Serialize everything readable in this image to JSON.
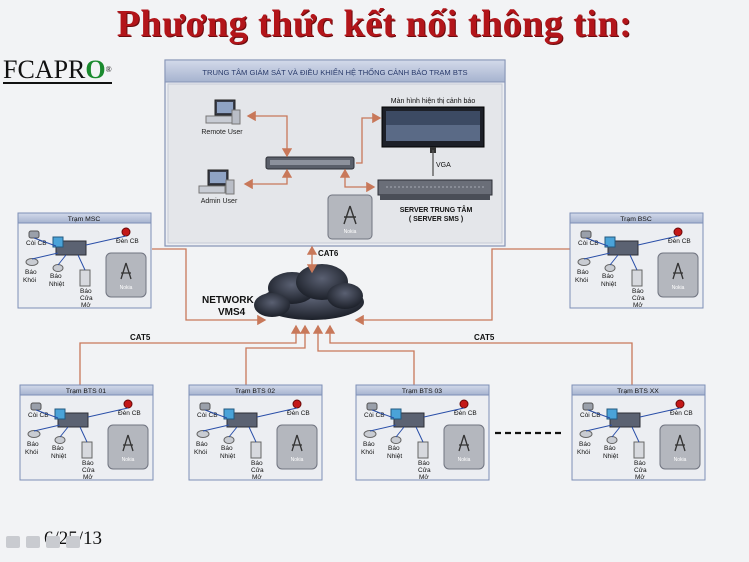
{
  "title": "Phương thức kết nối thông tin:",
  "logo": {
    "text": "FCAPRO",
    "prefix": "FCAPR",
    "o": "O"
  },
  "date": "6/25/13",
  "center": {
    "title": "TRUNG TÂM GIÁM SÁT VÀ ĐIỀU KHIỂN HỆ THỐNG CẢNH BÁO TRẠM BTS",
    "remote_user": "Remote User",
    "admin_user": "Admin User",
    "monitor_label": "Màn hình hiện thị cảnh báo",
    "vga": "VGA",
    "server_line1": "SERVER TRUNG TÂM",
    "server_line2": "( SERVER SMS )"
  },
  "network": {
    "line1": "NETWORK",
    "line2": "VMS4"
  },
  "links": {
    "cat6": "CAT6",
    "cat5_left": "CAT5",
    "cat5_right": "CAT5"
  },
  "device_labels": {
    "coi": "Còi CB",
    "den": "Đèn CB",
    "khoi_1": "Báo",
    "khoi_2": "Khói",
    "nhiet_1": "Báo",
    "nhiet_2": "Nhiệt",
    "cua_1": "Báo",
    "cua_2": "Cửa",
    "cua_3": "Mở",
    "box": "Nokia"
  },
  "stations": [
    {
      "name": "Trạm MSC"
    },
    {
      "name": "Trạm BSC"
    },
    {
      "name": "Trạm BTS 01"
    },
    {
      "name": "Trạm BTS 02"
    },
    {
      "name": "Trạm BTS 03"
    },
    {
      "name": "Trạm BTS XX"
    }
  ],
  "colors": {
    "title": "#b3151a",
    "link": "#c8785a",
    "panel_header": "#b8c3dc",
    "panel_border": "#7d8fb6",
    "cloud": "#2a2f3d"
  }
}
